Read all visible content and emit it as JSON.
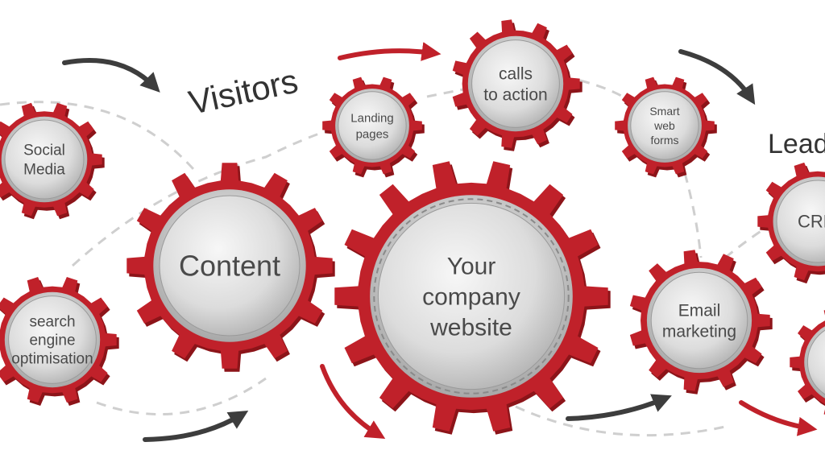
{
  "colors": {
    "gear": "#c0212a",
    "gear_shadow": "#8c1419",
    "face_light": "#f4f4f4",
    "face_dark": "#b8b8b8",
    "dark_arrow": "#3d3d3d",
    "red_arrow": "#c0212a",
    "dashed_line": "#cfcfcf",
    "text": "#4a4a4a"
  },
  "words": {
    "visitors": "Visitors",
    "leads": "Leads"
  },
  "gears": [
    {
      "id": "social-media",
      "lines": [
        "Social",
        "Media"
      ]
    },
    {
      "id": "seo",
      "lines": [
        "search",
        "engine",
        "optimisation"
      ]
    },
    {
      "id": "content",
      "lines": [
        "Content"
      ]
    },
    {
      "id": "company-website",
      "lines": [
        "Your",
        "company",
        "website"
      ]
    },
    {
      "id": "landing-pages",
      "lines": [
        "Landing",
        "pages"
      ]
    },
    {
      "id": "calls-to-action",
      "lines": [
        "calls",
        "to action"
      ]
    },
    {
      "id": "smart-web-forms",
      "lines": [
        "Smart",
        "web",
        "forms"
      ]
    },
    {
      "id": "email-marketing",
      "lines": [
        "Email",
        "marketing"
      ]
    },
    {
      "id": "crm",
      "lines": [
        "CRM"
      ]
    },
    {
      "id": "edge-gear",
      "lines": []
    }
  ]
}
